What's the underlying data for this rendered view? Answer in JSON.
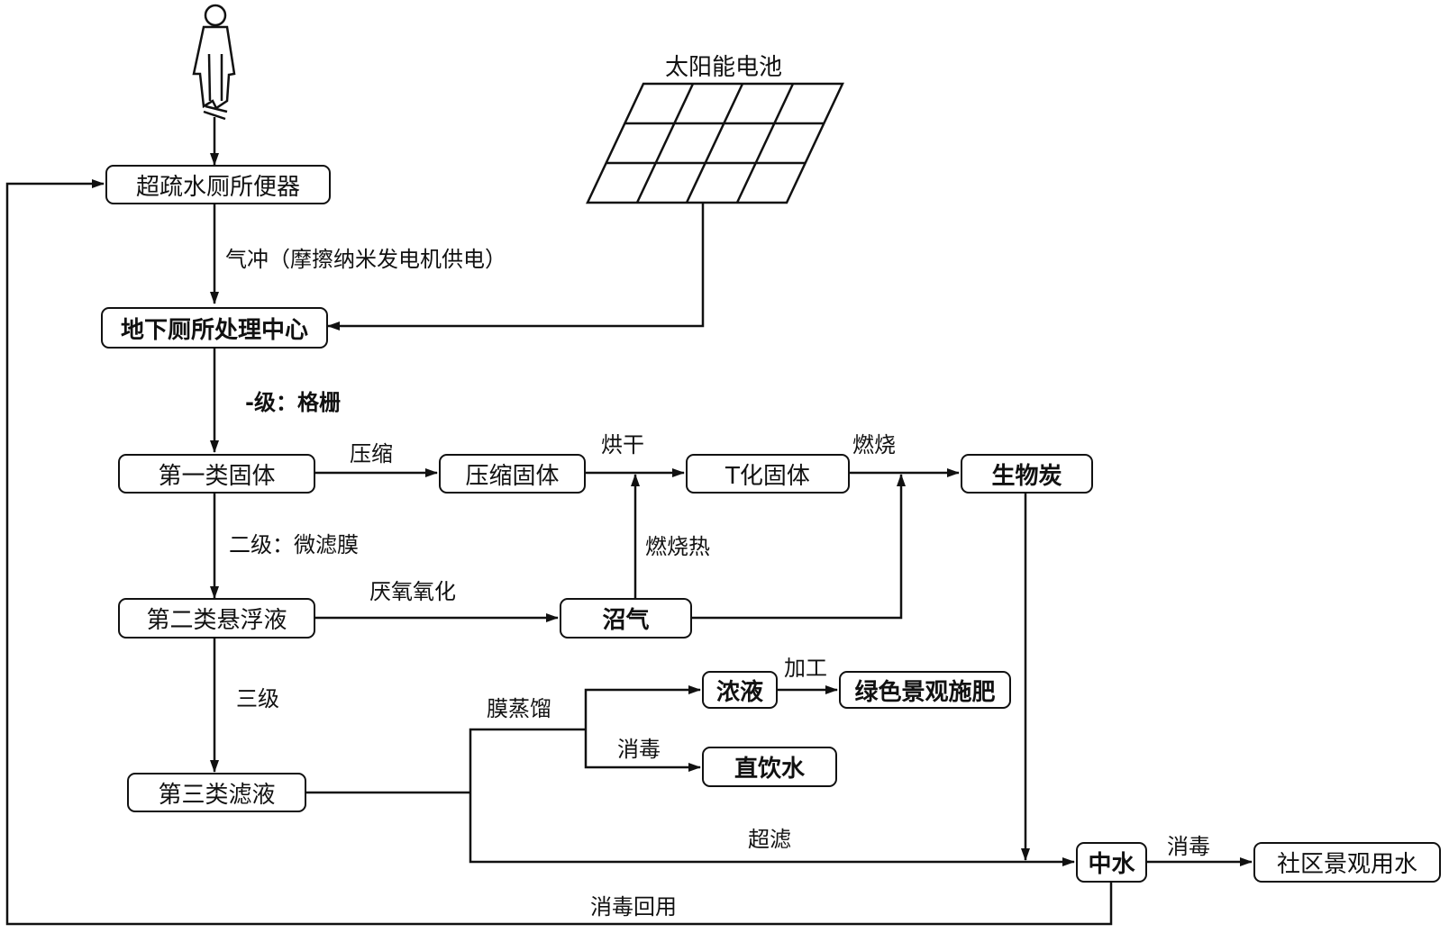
{
  "solar_label": "太阳能电池",
  "nodes": {
    "toilet": "超疏水厕所便器",
    "treatment_center": "地下厕所处理中心",
    "solid_1": "第一类固体",
    "compressed_solid": "压缩固体",
    "dry_solid": "T化固体",
    "biochar": "生物炭",
    "suspension_2": "第二类悬浮液",
    "biogas": "沼气",
    "filtrate_3": "第三类滤液",
    "concentrate": "浓液",
    "fertilizer": "绿色景观施肥",
    "drinking_water": "直饮水",
    "reclaimed_water": "中水",
    "landscape_water": "社区景观用水"
  },
  "edge_labels": {
    "air_flush": "气冲（摩擦纳米发电机供电）",
    "stage1": "-级：格栅",
    "compress": "压缩",
    "dry": "烘干",
    "burn": "燃烧",
    "stage2": "二级：微滤膜",
    "burn_heat": "燃烧热",
    "anaerobic": "厌氧氧化",
    "stage3": "三级",
    "membrane_distill": "膜蒸馏",
    "process": "加工",
    "disinfect_drink": "消毒",
    "ultrafiltration": "超滤",
    "disinfect_landscape": "消毒",
    "disinfect_reuse": "消毒回用"
  }
}
